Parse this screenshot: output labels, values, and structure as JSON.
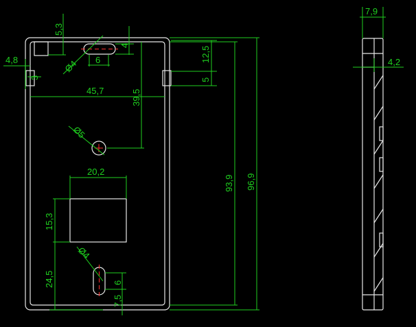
{
  "drawing": {
    "colors": {
      "background": "#000000",
      "outline": "#e8e8e8",
      "dimension": "#1fd11f",
      "centerline": "#ff3030"
    },
    "front_view": {
      "dims": {
        "top_offset_5_3": "5,3",
        "left_4_8": "4,8",
        "left_3": "3",
        "slot_dia_top": "Ø4",
        "slot_len_top": "6",
        "slot_4": "4",
        "width_45_7": "45,7",
        "hole_y_39_5": "39,5",
        "tab_12_5": "12,5",
        "tab_5": "5",
        "hole_dia": "Ø5",
        "rect_width": "20,2",
        "rect_height": "15,3",
        "rect_bottom": "24,5",
        "slot_dia_bottom": "Ø4",
        "slot_len_bottom": "6",
        "slot_bottom_7_5": "7,5",
        "inner_height": "93,9",
        "total_height": "96,9"
      }
    },
    "side_view": {
      "dims": {
        "thickness": "7,9",
        "lip": "4,2"
      }
    }
  }
}
